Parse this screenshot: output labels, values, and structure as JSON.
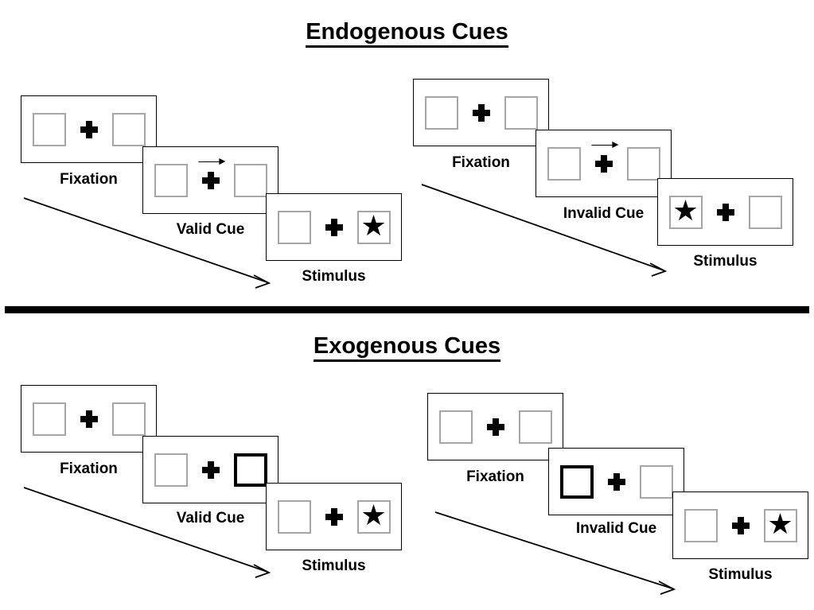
{
  "sections": [
    {
      "title": "Endogenous Cues",
      "groups": [
        {
          "condition": "valid",
          "panels": [
            {
              "caption": "Fixation",
              "left_square": {
                "cued": false,
                "star": false
              },
              "right_square": {
                "cued": false,
                "star": false
              },
              "arrow_cue": false
            },
            {
              "caption": "Valid Cue",
              "left_square": {
                "cued": false,
                "star": false
              },
              "right_square": {
                "cued": false,
                "star": false
              },
              "arrow_cue": true,
              "arrow_direction": "right"
            },
            {
              "caption": "Stimulus",
              "left_square": {
                "cued": false,
                "star": false
              },
              "right_square": {
                "cued": false,
                "star": true
              },
              "arrow_cue": false
            }
          ]
        },
        {
          "condition": "invalid",
          "panels": [
            {
              "caption": "Fixation",
              "left_square": {
                "cued": false,
                "star": false
              },
              "right_square": {
                "cued": false,
                "star": false
              },
              "arrow_cue": false
            },
            {
              "caption": "Invalid Cue",
              "left_square": {
                "cued": false,
                "star": false
              },
              "right_square": {
                "cued": false,
                "star": false
              },
              "arrow_cue": true,
              "arrow_direction": "right"
            },
            {
              "caption": "Stimulus",
              "left_square": {
                "cued": false,
                "star": true
              },
              "right_square": {
                "cued": false,
                "star": false
              },
              "arrow_cue": false
            }
          ]
        }
      ]
    },
    {
      "title": "Exogenous Cues",
      "groups": [
        {
          "condition": "valid",
          "panels": [
            {
              "caption": "Fixation",
              "left_square": {
                "cued": false,
                "star": false
              },
              "right_square": {
                "cued": false,
                "star": false
              },
              "arrow_cue": false
            },
            {
              "caption": "Valid Cue",
              "left_square": {
                "cued": false,
                "star": false
              },
              "right_square": {
                "cued": true,
                "star": false
              },
              "arrow_cue": false
            },
            {
              "caption": "Stimulus",
              "left_square": {
                "cued": false,
                "star": false
              },
              "right_square": {
                "cued": false,
                "star": true
              },
              "arrow_cue": false
            }
          ]
        },
        {
          "condition": "invalid",
          "panels": [
            {
              "caption": "Fixation",
              "left_square": {
                "cued": false,
                "star": false
              },
              "right_square": {
                "cued": false,
                "star": false
              },
              "arrow_cue": false
            },
            {
              "caption": "Invalid Cue",
              "left_square": {
                "cued": true,
                "star": false
              },
              "right_square": {
                "cued": false,
                "star": false
              },
              "arrow_cue": false
            },
            {
              "caption": "Stimulus",
              "left_square": {
                "cued": false,
                "star": false
              },
              "right_square": {
                "cued": false,
                "star": true
              },
              "arrow_cue": false
            }
          ]
        }
      ]
    }
  ],
  "glyphs": {
    "star": "★",
    "fixation_cross": "fixation-cross-icon",
    "cue_arrow": "arrow-right-icon"
  },
  "colors": {
    "ink": "#000000",
    "square_border": "#a6a6a6",
    "background": "#ffffff",
    "panel_border": "#000000"
  },
  "divider": {
    "present": true
  },
  "time_arrows": {
    "count": 4,
    "direction": "down-right",
    "label": ""
  }
}
